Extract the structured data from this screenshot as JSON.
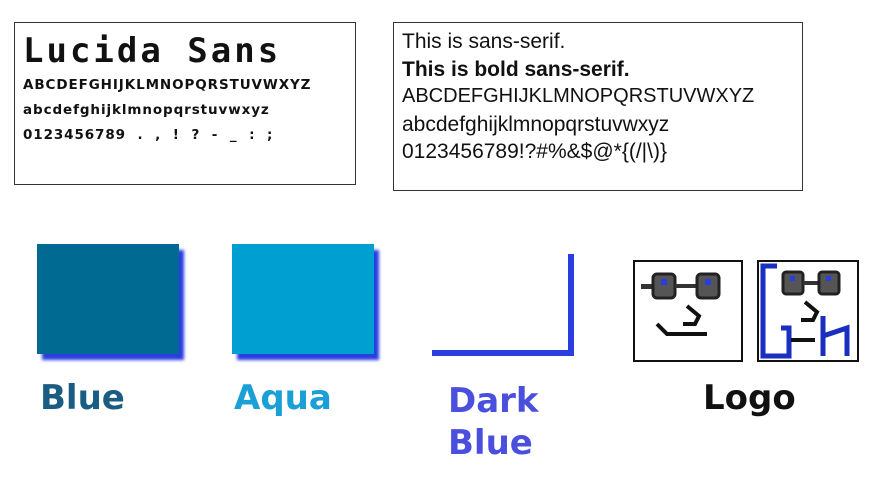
{
  "lucida": {
    "title": "Lucida Sans",
    "upper": "ABCDEFGHIJKLMNOPQRSTUVWXYZ",
    "lower": "abcdefghijklmnopqrstuvwxyz",
    "digits": "0123456789 . , ! ? - _ : ;"
  },
  "sans": {
    "line1": "This is sans-serif.",
    "line2": "This is bold sans-serif.",
    "upper": "ABCDEFGHIJKLMNOPQRSTUVWXYZ",
    "lower": "abcdefghijklmnopqrstuvwxyz",
    "symbols": "0123456789!?#%&$@*{(/|\\)}"
  },
  "swatches": [
    {
      "label": "Blue",
      "color": "#006a92"
    },
    {
      "label": "Aqua",
      "color": "#009fd1"
    },
    {
      "label_line1": "Dark",
      "label_line2": "Blue",
      "color": "#2a3ee0"
    }
  ],
  "logo": {
    "label": "Logo",
    "icon": "glasses-face-logo"
  }
}
